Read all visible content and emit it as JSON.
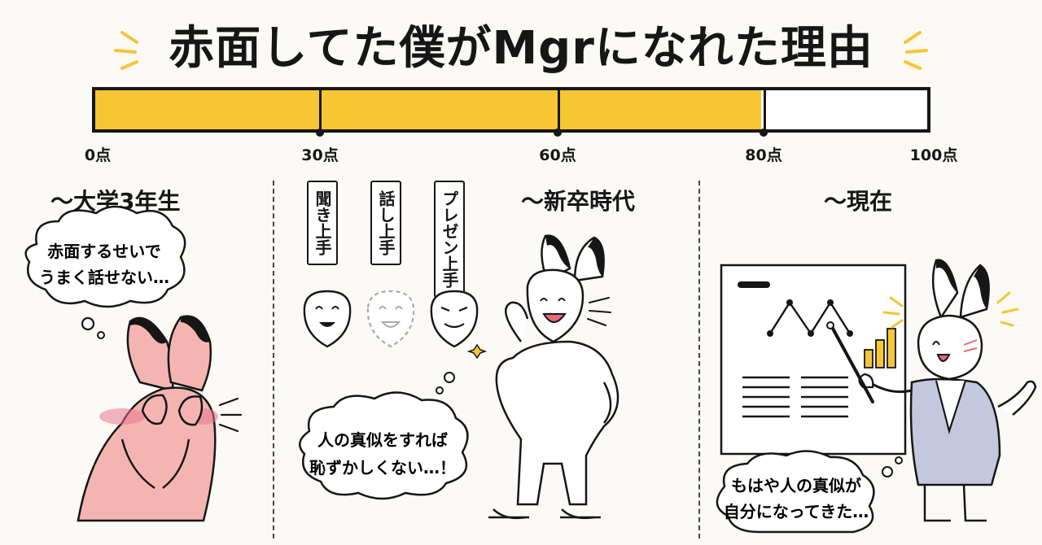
{
  "title": "赤面してた僕がMgrになれた理由",
  "progress": {
    "scale_min": 0,
    "scale_max": 100,
    "filled_to": 80,
    "ticks": [
      "0点",
      "30点",
      "60点",
      "80点",
      "100点"
    ],
    "colors": {
      "fill": "#f6c633",
      "empty": "#ffffff",
      "outline": "#161616"
    }
  },
  "sections": {
    "left": {
      "label": "〜大学3年生",
      "bubble_lines": [
        "赤面するせいで",
        "うまく話せない…"
      ]
    },
    "middle": {
      "label": "〜新卒時代",
      "cards": [
        "聞き上手",
        "話し上手",
        "プレゼン上手"
      ],
      "bubble_lines": [
        "人の真似をすれば",
        "恥ずかしくない…！"
      ]
    },
    "right": {
      "label": "〜現在",
      "bubble_lines": [
        "もはや人の真似が",
        "自分になってきた…"
      ]
    }
  },
  "colors": {
    "accent": "#f6c633",
    "blush": "#f2a8a8",
    "suit": "#c4c8de"
  }
}
